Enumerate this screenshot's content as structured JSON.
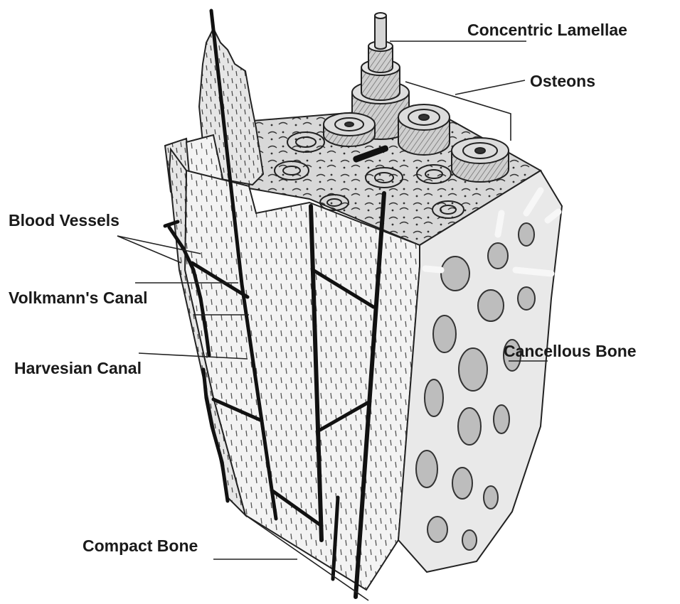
{
  "diagram": {
    "labels": {
      "concentric_lamellae": "Concentric Lamellae",
      "osteons": "Osteons",
      "blood_vessels": "Blood Vessels",
      "volkmanns_canal": "Volkmann's Canal",
      "harvesian_canal": "Harvesian Canal",
      "cancellous_bone": "Cancellous Bone",
      "compact_bone": "Compact Bone"
    },
    "colors": {
      "ink": "#1a1a1a",
      "bone_light": "#f1f1f1",
      "bone_mid": "#d9d9d9",
      "bone_shadow": "#b5b5b5",
      "canal": "#111111"
    }
  }
}
